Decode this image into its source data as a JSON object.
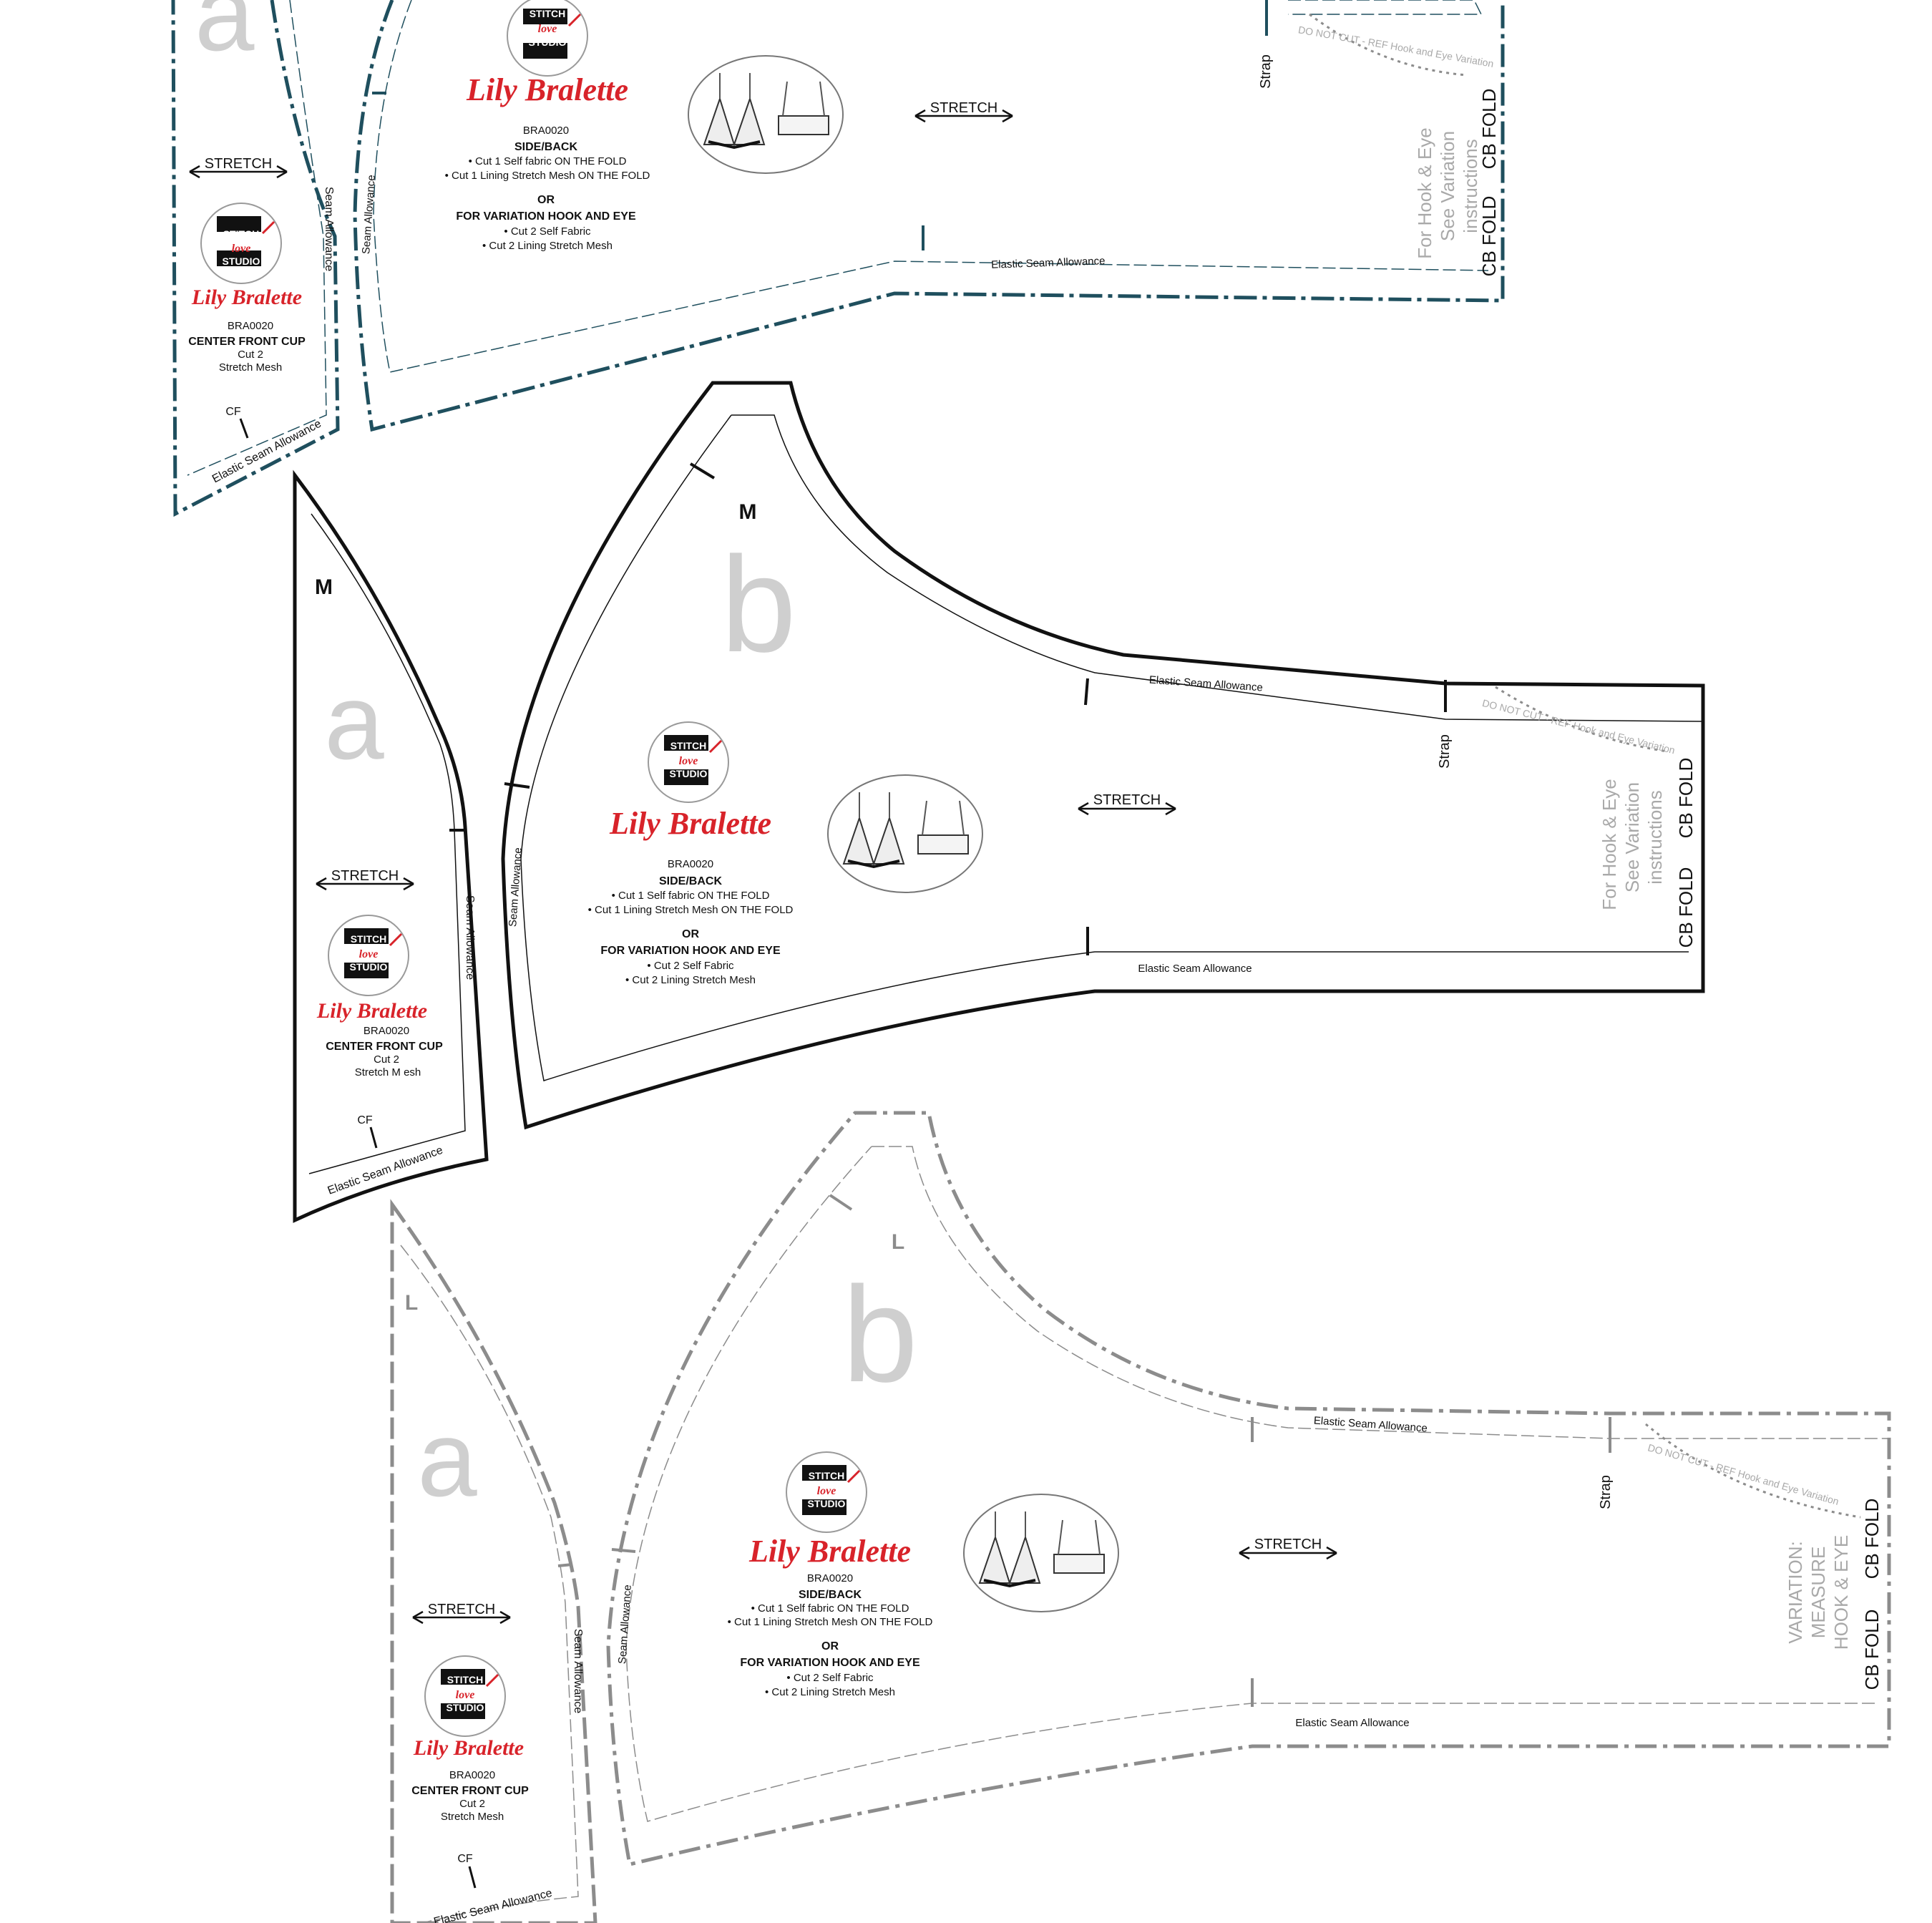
{
  "colors": {
    "teal": "#1f4f5e",
    "black": "#111111",
    "grey": "#8c8c8c",
    "brand_red": "#d8232a",
    "letter_grey": "#cfcfcf"
  },
  "logo": {
    "line1": "STITCH",
    "line2": "love",
    "line3": "STUDIO"
  },
  "icons": [
    "stitch-love-studio-logo-icon",
    "bra-illustration-icon",
    "stretch-arrow-icon"
  ],
  "front_cup": {
    "piece_letter": "a",
    "brand": "Lily Bralette",
    "code": "BRA0020",
    "name": "CENTER FRONT CUP",
    "cut": "Cut 2",
    "fabric": "Stretch Mesh",
    "fabric_m": "Stretch M esh",
    "stretch": "STRETCH",
    "seam": "Seam Allowance",
    "elastic": "Elastic Seam Allowance",
    "cf": "CF"
  },
  "side_back": {
    "piece_letter": "b",
    "brand": "Lily Bralette",
    "code": "BRA0020",
    "name": "SIDE/BACK",
    "line1": "• Cut 1 Self fabric ON THE FOLD",
    "line2": "• Cut 1 Lining Stretch Mesh ON THE FOLD",
    "or": "OR",
    "variation": "FOR VARIATION HOOK AND EYE",
    "line3": "• Cut 2 Self Fabric",
    "line4": "• Cut 2 Lining Stretch Mesh",
    "stretch": "STRETCH",
    "seam": "Seam Allowance",
    "elastic": "Elastic Seam Allowance",
    "strap": "Strap",
    "do_not_cut": "DO NOT CUT - REF Hook and Eye Variation",
    "cb_fold": "CB FOLD",
    "hook_note_1": "For Hook & Eye",
    "hook_note_2": "See Variation",
    "hook_note_3": "instructions",
    "var_note_1": "VARIATION:",
    "var_note_2": "MEASURE",
    "var_note_3": "HOOK & EYE"
  },
  "sizes": {
    "medium": "M",
    "large": "L"
  }
}
